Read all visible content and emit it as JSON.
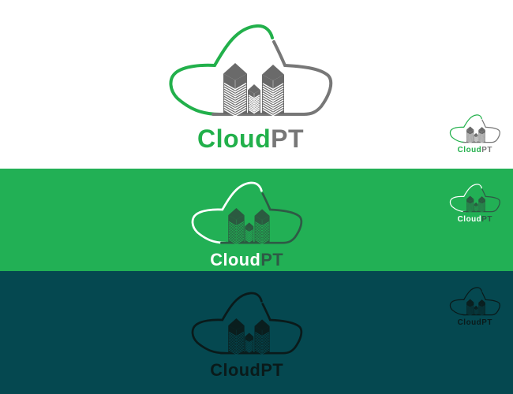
{
  "brand": {
    "name_part1": "Cloud",
    "name_part2": "PT"
  },
  "variants": [
    {
      "id": "white",
      "background": "#ffffff",
      "cloud_left": "#22b04b",
      "cloud_right": "#777777",
      "buildings": "#6a6a6a",
      "buildings_light": "#ffffff",
      "text_part1": "#22b04b",
      "text_part2": "#777777"
    },
    {
      "id": "green",
      "background": "#22b055",
      "cloud_left": "#ffffff",
      "cloud_right": "#2e5a45",
      "buildings": "#2b5a40",
      "buildings_light": "#22b055",
      "text_part1": "#ffffff",
      "text_part2": "#2e5a45"
    },
    {
      "id": "dark",
      "background": "#054850",
      "cloud_left": "#0a1a1a",
      "cloud_right": "#0a1a1a",
      "buildings": "#0a1e1e",
      "buildings_light": "#054850",
      "text_part1": "#0a1a1a",
      "text_part2": "#0a1a1a"
    }
  ]
}
